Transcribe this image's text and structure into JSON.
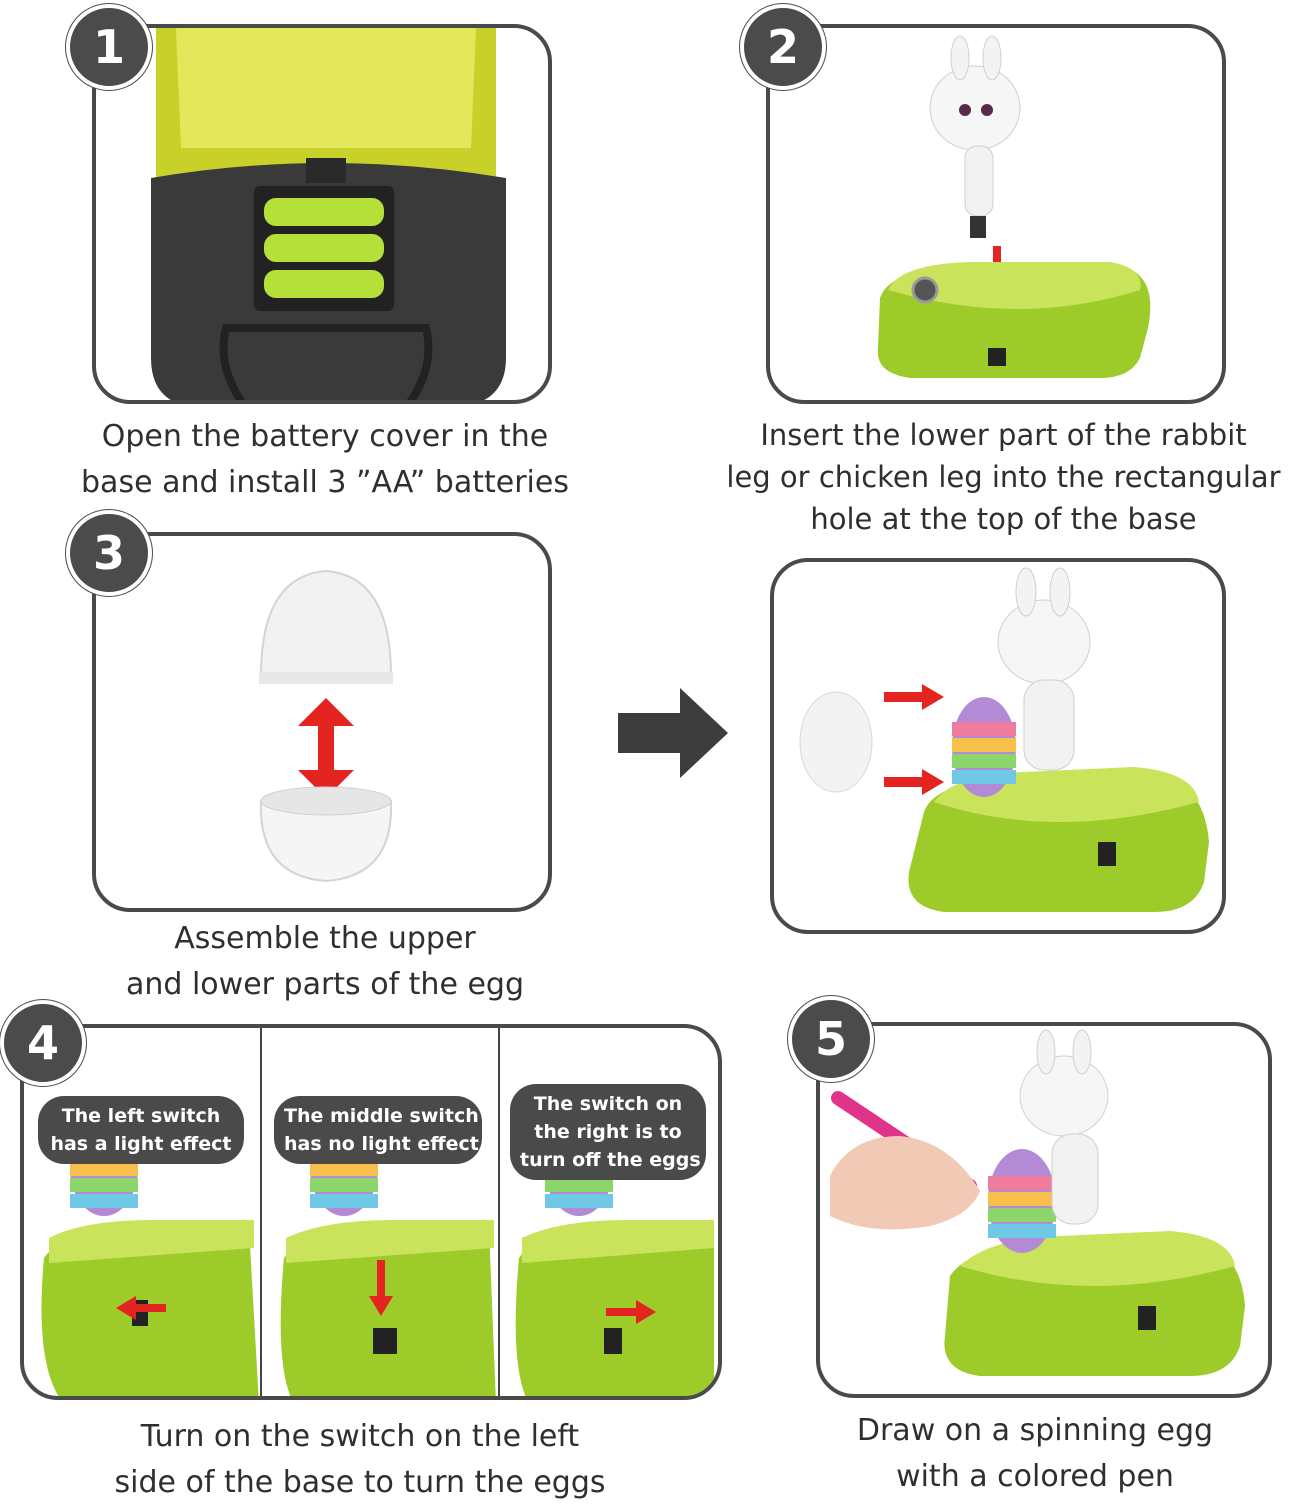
{
  "steps": {
    "step1": {
      "number": "1",
      "caption": [
        "Open the battery cover in the",
        "base and install 3 ”AA” batteries"
      ]
    },
    "step2": {
      "number": "2",
      "caption": [
        "Insert the lower part of the rabbit",
        "leg or chicken leg into the rectangular",
        "hole at the top of the base"
      ]
    },
    "step3": {
      "number": "3",
      "caption": [
        "Assemble the upper",
        "and lower parts of the egg"
      ]
    },
    "step4": {
      "number": "4",
      "bubbles": [
        [
          "The left switch",
          "has a light effect"
        ],
        [
          "The middle switch",
          "has no light effect"
        ],
        [
          "The switch on",
          "the right is to",
          "turn off the eggs"
        ]
      ],
      "caption": [
        "Turn on the switch on the left",
        "side of the base to turn the eggs"
      ]
    },
    "step5": {
      "number": "5",
      "caption": [
        "Draw on a spinning egg",
        "with a colored pen"
      ]
    }
  },
  "colors": {
    "base_green": "#9ccb2a",
    "frame_gray": "#4a4a4a",
    "arrow_red": "#e32420",
    "arrow_dark": "#3d3d3d"
  },
  "icons": {
    "flow_arrow": "arrow-right-icon",
    "direction_arrows": "red-arrow-icon"
  }
}
